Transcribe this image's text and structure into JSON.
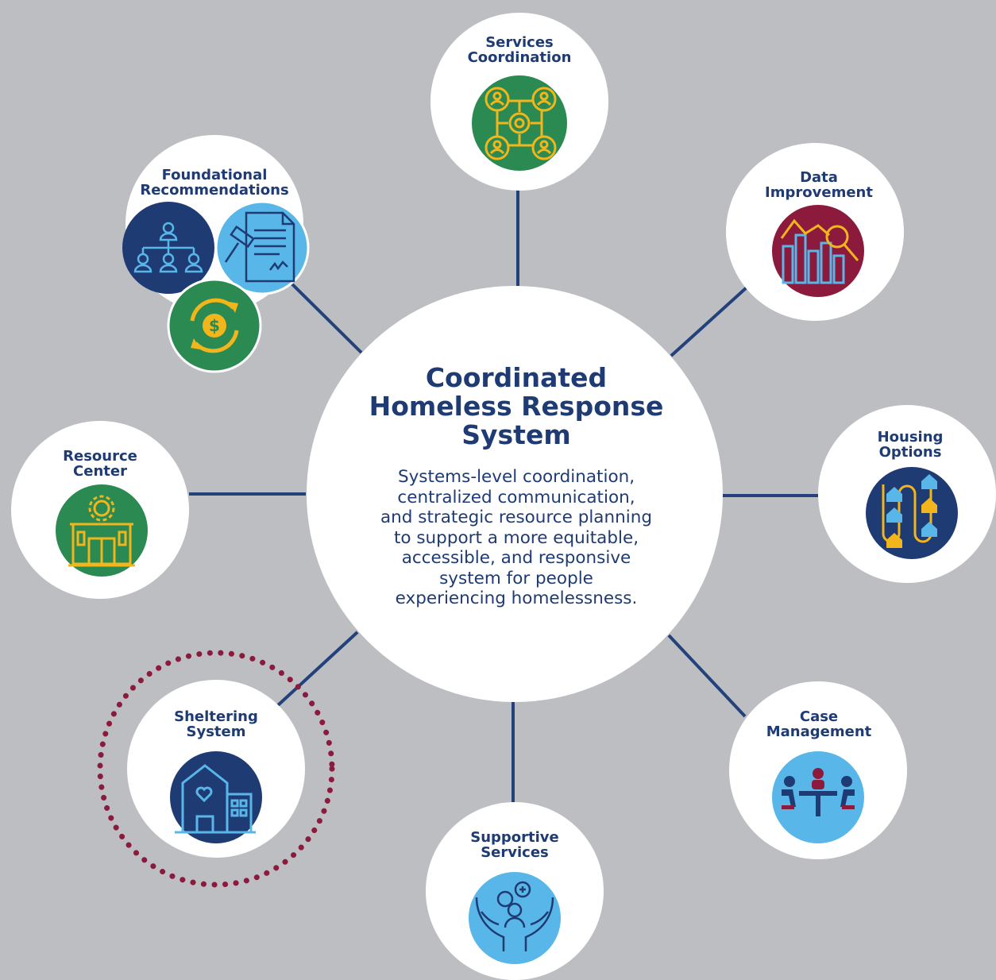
{
  "center": {
    "title_lines": [
      "Coordinated",
      "Homeless Response",
      "System"
    ],
    "description_lines": [
      "Systems-level coordination,",
      "centralized communication,",
      "and strategic resource planning",
      "to support a more equitable,",
      "accessible, and responsive",
      "system for people",
      "experiencing homelessness."
    ]
  },
  "nodes": {
    "services_coordination": {
      "line1": "Services",
      "line2": "Coordination",
      "icon": "network-people-gear-icon"
    },
    "data_improvement": {
      "line1": "Data",
      "line2": "Improvement",
      "icon": "bar-chart-magnifier-icon"
    },
    "housing_options": {
      "line1": "Housing",
      "line2": "Options",
      "icon": "houses-road-icon"
    },
    "case_management": {
      "line1": "Case",
      "line2": "Management",
      "icon": "meeting-table-icon"
    },
    "supportive_services": {
      "line1": "Supportive",
      "line2": "Services",
      "icon": "hands-care-icon"
    },
    "sheltering_system": {
      "line1": "Sheltering",
      "line2": "System",
      "icon": "shelter-building-heart-icon"
    },
    "resource_center": {
      "line1": "Resource",
      "line2": "Center",
      "icon": "building-gear-icon"
    },
    "foundational_recommendations": {
      "line1": "Foundational",
      "line2": "Recommendations",
      "icons": [
        "org-chart-icon",
        "gavel-document-icon",
        "dollar-cycle-icon"
      ]
    }
  },
  "colors": {
    "background": "#bcbec1",
    "navy": "#1f3b73",
    "green": "#2a8a52",
    "maroon": "#8b1a3c",
    "light_blue": "#58b7e8",
    "gold": "#f2b51c",
    "dotted_ring": "#8b1a3c"
  }
}
